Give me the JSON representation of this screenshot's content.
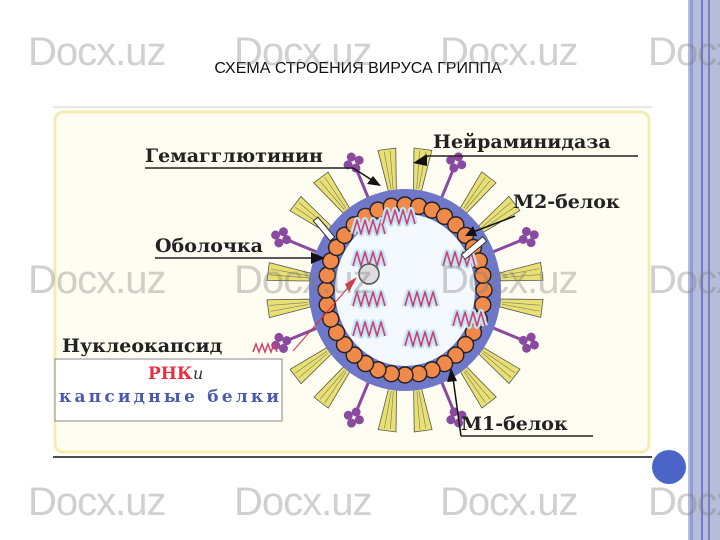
{
  "slide": {
    "title": "СХЕМА СТРОЕНИЯ ВИРУСА ГРИППА",
    "watermark": "Docx.uz"
  },
  "diagram": {
    "labels": {
      "hemagglutinin": "Гемагглютинин",
      "neuraminidase": "Нейраминидаза",
      "m2_protein": "М2-белок",
      "envelope": "Оболочка",
      "nucleocapsid": "Нуклеокапсид",
      "rna": "РНК",
      "and": "и",
      "capsid_proteins": "капсидные белки",
      "m1_protein": "М1-белок"
    },
    "colors": {
      "envelope": "#6f78c8",
      "matrix": "#f08a4a",
      "hemagglutinin": "#e8e070",
      "neuraminidase": "#8a4aa0",
      "rna": "#d04070",
      "background": "#fffdf0",
      "accent": "#4a64c8"
    }
  }
}
